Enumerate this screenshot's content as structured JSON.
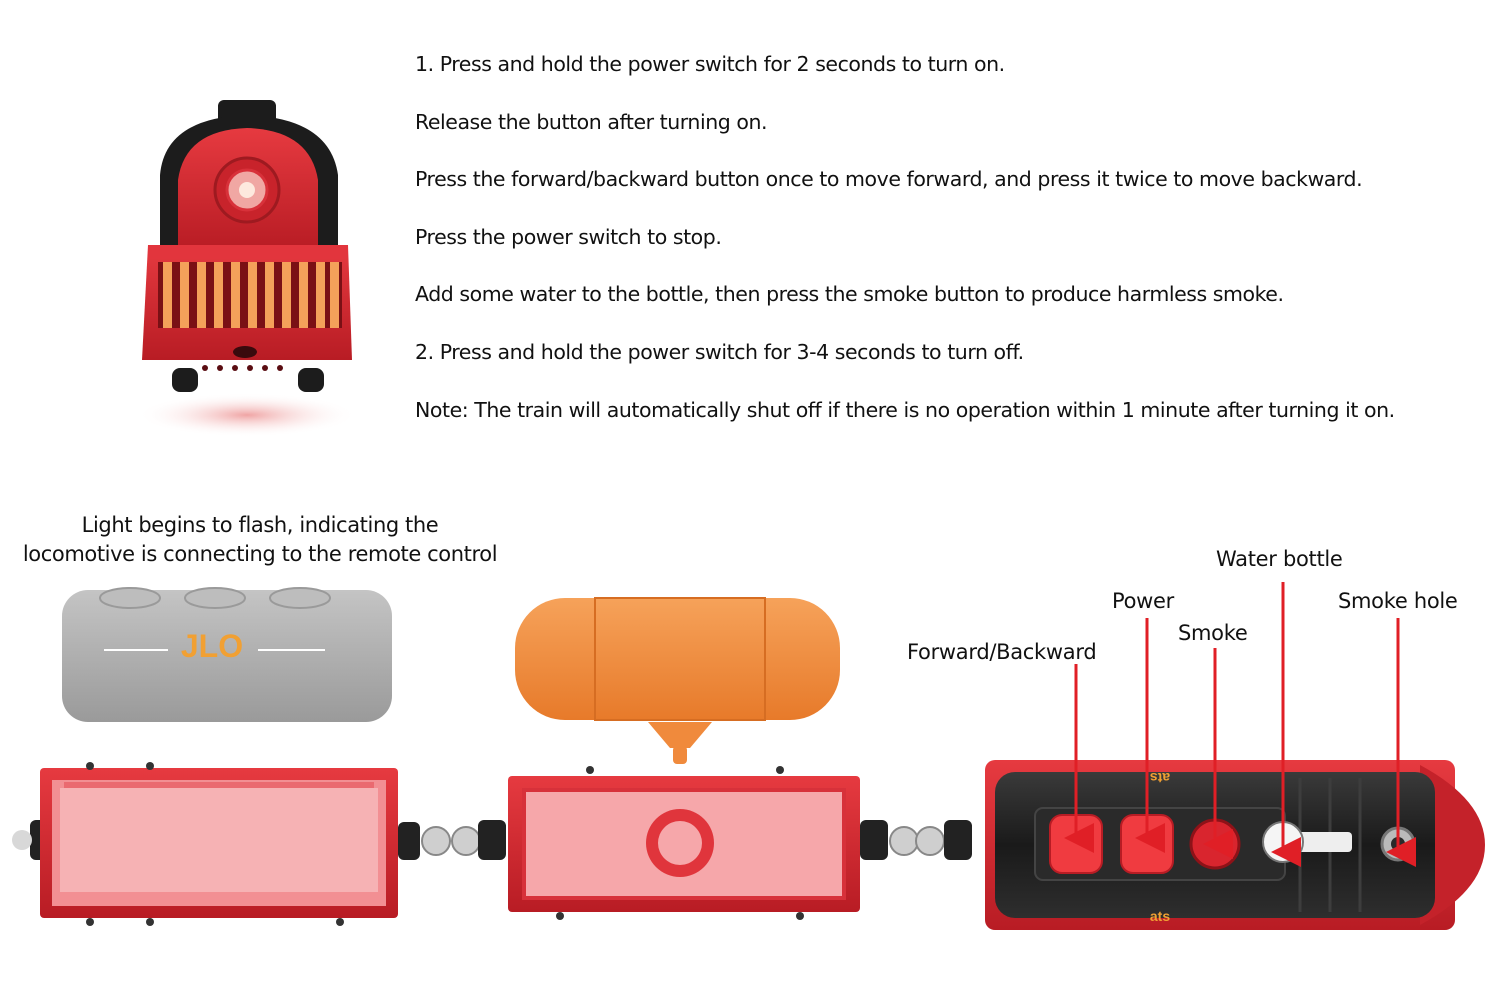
{
  "instructions": [
    "1. Press and hold the power switch for 2 seconds to turn on.",
    "Release the button after turning on.",
    "Press the forward/backward button once to move forward, and press it twice to move backward.",
    "Press the power switch to stop.",
    "Add some water to the bottle, then press the smoke button to produce harmless smoke.",
    "2. Press and hold the power switch for 3-4 seconds to turn off.",
    "Note: The train will automatically shut off if there is no operation within 1 minute after turning it on."
  ],
  "flash_note": {
    "line1": "Light begins to flash, indicating the",
    "line2": "locomotive is connecting to the remote control"
  },
  "callouts": {
    "forward_backward": "Forward/Backward",
    "power": "Power",
    "smoke": "Smoke",
    "water_bottle": "Water bottle",
    "smoke_hole": "Smoke hole"
  },
  "remote_logo": "JLO",
  "car_label": "ats",
  "colors": {
    "train_red": "#d9252e",
    "arrow_red": "#e01f26",
    "tank_orange": "#f08a3c",
    "remote_gray": "#a9a9a9",
    "body_black": "#1c1c1c"
  }
}
